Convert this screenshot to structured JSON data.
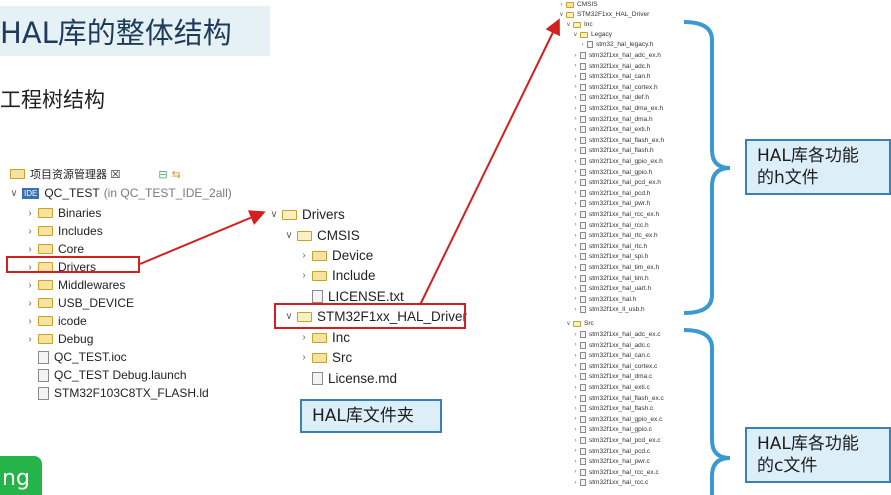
{
  "title": "HAL库的整体结构",
  "subtitle": "工程树结构",
  "explorer": {
    "header": "项目资源管理器 ☒",
    "project": "QC_TEST",
    "project_suffix": "(in QC_TEST_IDE_2all)",
    "items": [
      {
        "label": "Binaries",
        "type": "folder"
      },
      {
        "label": "Includes",
        "type": "folder"
      },
      {
        "label": "Core",
        "type": "folder"
      },
      {
        "label": "Drivers",
        "type": "folder"
      },
      {
        "label": "Middlewares",
        "type": "folder"
      },
      {
        "label": "USB_DEVICE",
        "type": "folder"
      },
      {
        "label": "icode",
        "type": "folder"
      },
      {
        "label": "Debug",
        "type": "folder"
      },
      {
        "label": "QC_TEST.ioc",
        "type": "file"
      },
      {
        "label": "QC_TEST Debug.launch",
        "type": "file"
      },
      {
        "label": "STM32F103C8TX_FLASH.ld",
        "type": "file"
      }
    ]
  },
  "middle_tree": {
    "drivers": "Drivers",
    "cmsis": "CMSIS",
    "device": "Device",
    "include": "Include",
    "license": "LICENSE.txt",
    "hal_driver": "STM32F1xx_HAL_Driver",
    "inc": "Inc",
    "src": "Src",
    "license_md": "License.md",
    "caption": "HAL库文件夹"
  },
  "right_tree": {
    "cmsis": "CMSIS",
    "hal_driver": "STM32F1xx_HAL_Driver",
    "inc": "Inc",
    "legacy": "Legacy",
    "legacy_file": "stm32_hal_legacy.h",
    "h_files": [
      "stm32f1xx_hal_adc_ex.h",
      "stm32f1xx_hal_adc.h",
      "stm32f1xx_hal_can.h",
      "stm32f1xx_hal_cortex.h",
      "stm32f1xx_hal_def.h",
      "stm32f1xx_hal_dma_ex.h",
      "stm32f1xx_hal_dma.h",
      "stm32f1xx_hal_exti.h",
      "stm32f1xx_hal_flash_ex.h",
      "stm32f1xx_hal_flash.h",
      "stm32f1xx_hal_gpio_ex.h",
      "stm32f1xx_hal_gpio.h",
      "stm32f1xx_hal_pcd_ex.h",
      "stm32f1xx_hal_pcd.h",
      "stm32f1xx_hal_pwr.h",
      "stm32f1xx_hal_rcc_ex.h",
      "stm32f1xx_hal_rcc.h",
      "stm32f1xx_hal_rtc_ex.h",
      "stm32f1xx_hal_rtc.h",
      "stm32f1xx_hal_spi.h",
      "stm32f1xx_hal_tim_ex.h",
      "stm32f1xx_hal_tim.h",
      "stm32f1xx_hal_uart.h",
      "stm32f1xx_hal.h",
      "stm32f1xx_ll_usb.h"
    ],
    "src": "Src",
    "c_files": [
      "stm32f1xx_hal_adc_ex.c",
      "stm32f1xx_hal_adc.c",
      "stm32f1xx_hal_can.c",
      "stm32f1xx_hal_cortex.c",
      "stm32f1xx_hal_dma.c",
      "stm32f1xx_hal_exti.c",
      "stm32f1xx_hal_flash_ex.c",
      "stm32f1xx_hal_flash.c",
      "stm32f1xx_hal_gpio_ex.c",
      "stm32f1xx_hal_gpio.c",
      "stm32f1xx_hal_pcd_ex.c",
      "stm32f1xx_hal_pcd.c",
      "stm32f1xx_hal_pwr.c",
      "stm32f1xx_hal_rcc_ex.c",
      "stm32f1xx_hal_rcc.c"
    ]
  },
  "callouts": {
    "h_files": [
      "HAL库各功能",
      "的h文件"
    ],
    "c_files": [
      "HAL库各功能",
      "的c文件"
    ]
  },
  "corner_badge": "ng",
  "colors": {
    "red": "#d21f1f",
    "blue": "#3a7fb5",
    "green": "#26b34a"
  }
}
